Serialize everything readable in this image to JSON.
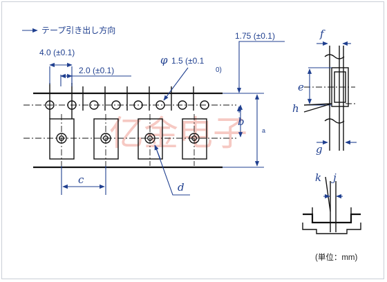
{
  "direction_label": "テープ引き出し方向",
  "pitch_p0": "4.0 (±0.1)",
  "pitch_p2": "2.0 (±0.1)",
  "hole_dia_symbol": "φ",
  "hole_dia_value": "1.5 (±0.1",
  "hole_dia_lower": "0)",
  "edge_offset": "1.75 (±0.1)",
  "dim_a": "a",
  "dim_b": "b",
  "dim_c": "c",
  "dim_d": "d",
  "dim_e": "e",
  "dim_f": "f",
  "dim_g": "g",
  "dim_h": "h",
  "dim_j": "j",
  "dim_k": "k",
  "unit_note": "(単位：mm)",
  "watermark": "亿金电子"
}
